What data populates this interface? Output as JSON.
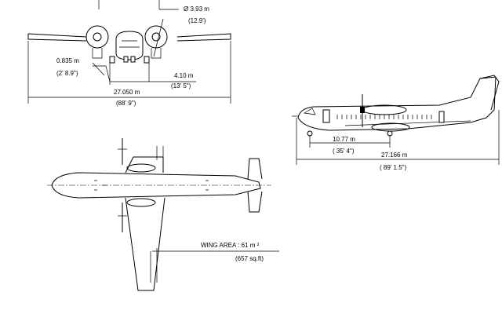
{
  "front_view": {
    "prop_diameter": "Ø 3.93 m",
    "prop_diameter_imperial": "(12.9')",
    "prop_clearance": "0.835 m",
    "prop_clearance_imperial": "(2' 8.9\")",
    "track": "4.10 m",
    "track_imperial": "(13' 5\")",
    "span": "27.050 m",
    "span_imperial": "(88' 9\")"
  },
  "side_view": {
    "wheelbase": "10.77 m",
    "wheelbase_imperial": "( 35' 4\")",
    "length": "27.166 m",
    "length_imperial": "( 89' 1.5\")"
  },
  "top_view": {
    "wing_area": "WING AREA : 61 m ²",
    "wing_area_imperial": "(657 sq.ft)"
  },
  "colors": {
    "line": "#000000",
    "background": "#ffffff"
  }
}
